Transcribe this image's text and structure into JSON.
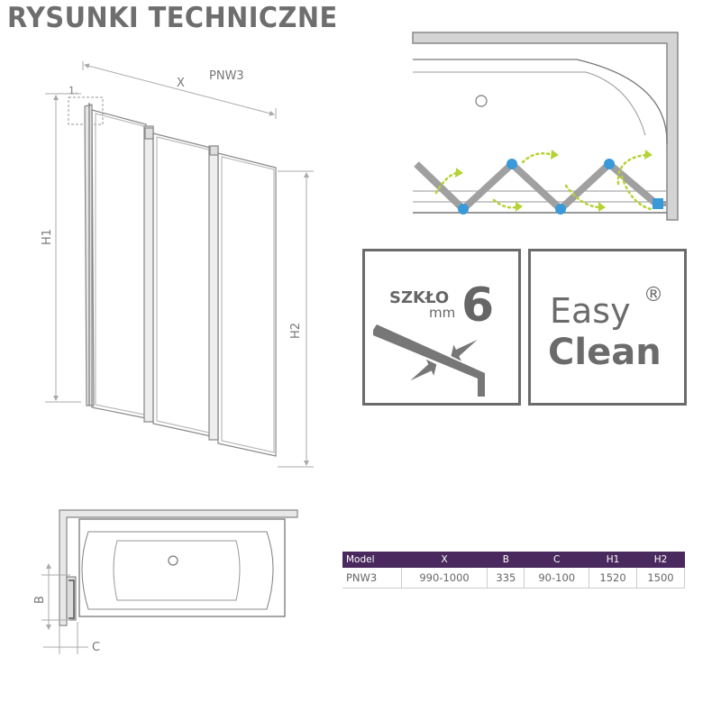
{
  "header": {
    "title": "RYSUNKI TECHNICZNE"
  },
  "front_view": {
    "model_label": "PNW3",
    "width_label": "X",
    "detail_label": "1.",
    "height1_label": "H1",
    "height2_label": "H2"
  },
  "glass_badge": {
    "word": "SZKŁO",
    "value": "6",
    "unit": "mm"
  },
  "easyclean_badge": {
    "line1": "Easy",
    "line2": "Clean",
    "mark": "®"
  },
  "top_view": {
    "b_label": "B",
    "c_label": "C"
  },
  "spec_table": {
    "headers": [
      "Model",
      "X",
      "B",
      "C",
      "H1",
      "H2"
    ],
    "rows": [
      [
        "PNW3",
        "990-1000",
        "335",
        "90-100",
        "1520",
        "1500"
      ]
    ]
  },
  "colors": {
    "header_purple": "#4a2a5e",
    "arrow_green": "#b5d334",
    "hinge_blue": "#3a9ad9",
    "panel_gray": "#9a9a9a"
  }
}
